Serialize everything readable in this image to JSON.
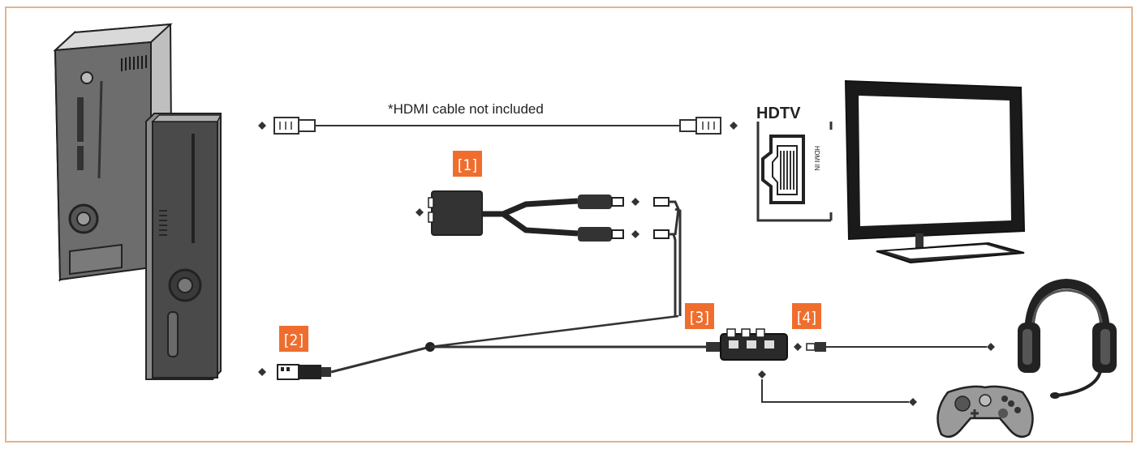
{
  "colors": {
    "border": "#e3b48f",
    "badge": "#ef6e2e",
    "cable": "#333333",
    "device_dark": "#4a4a4a"
  },
  "cable_note": "*HDMI cable not included",
  "tv_label": "HDTV",
  "hdmi_port_label": "HDMI IN",
  "badges": {
    "b1": "[1]",
    "b2": "[2]",
    "b3": "[3]",
    "b4": "[4]"
  },
  "icons": {
    "console": "xbox-360-console-icon",
    "tv": "hdtv-icon",
    "headset": "headset-icon",
    "controller": "controller-icon"
  }
}
